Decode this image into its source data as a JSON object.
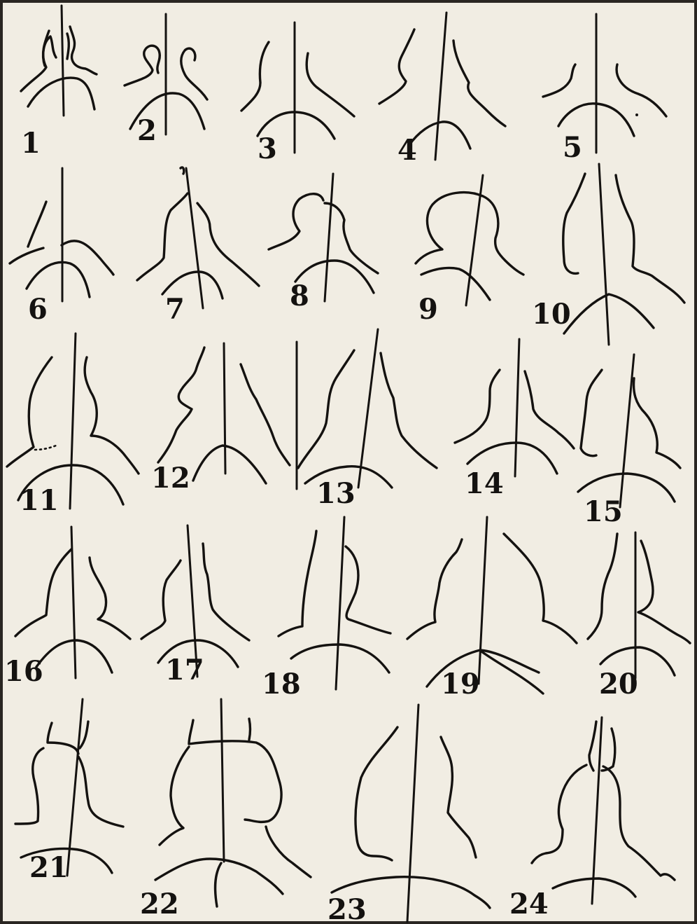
{
  "figures": [
    {
      "id": "fig-1",
      "label": "1"
    },
    {
      "id": "fig-2",
      "label": "2"
    },
    {
      "id": "fig-3",
      "label": "3"
    },
    {
      "id": "fig-4",
      "label": "4"
    },
    {
      "id": "fig-5",
      "label": "5"
    },
    {
      "id": "fig-6",
      "label": "6"
    },
    {
      "id": "fig-7",
      "label": "7"
    },
    {
      "id": "fig-8",
      "label": "8"
    },
    {
      "id": "fig-9",
      "label": "9"
    },
    {
      "id": "fig-10",
      "label": "10"
    },
    {
      "id": "fig-11",
      "label": "11"
    },
    {
      "id": "fig-12",
      "label": "12"
    },
    {
      "id": "fig-13",
      "label": "13"
    },
    {
      "id": "fig-14",
      "label": "14"
    },
    {
      "id": "fig-15",
      "label": "15"
    },
    {
      "id": "fig-16",
      "label": "16"
    },
    {
      "id": "fig-17",
      "label": "17"
    },
    {
      "id": "fig-18",
      "label": "18"
    },
    {
      "id": "fig-19",
      "label": "19"
    },
    {
      "id": "fig-20",
      "label": "20"
    },
    {
      "id": "fig-21",
      "label": "21"
    },
    {
      "id": "fig-22",
      "label": "22"
    },
    {
      "id": "fig-23",
      "label": "23"
    },
    {
      "id": "fig-24",
      "label": "24"
    }
  ],
  "colors": {
    "paper": "#f1ede3",
    "ink": "#141210"
  }
}
